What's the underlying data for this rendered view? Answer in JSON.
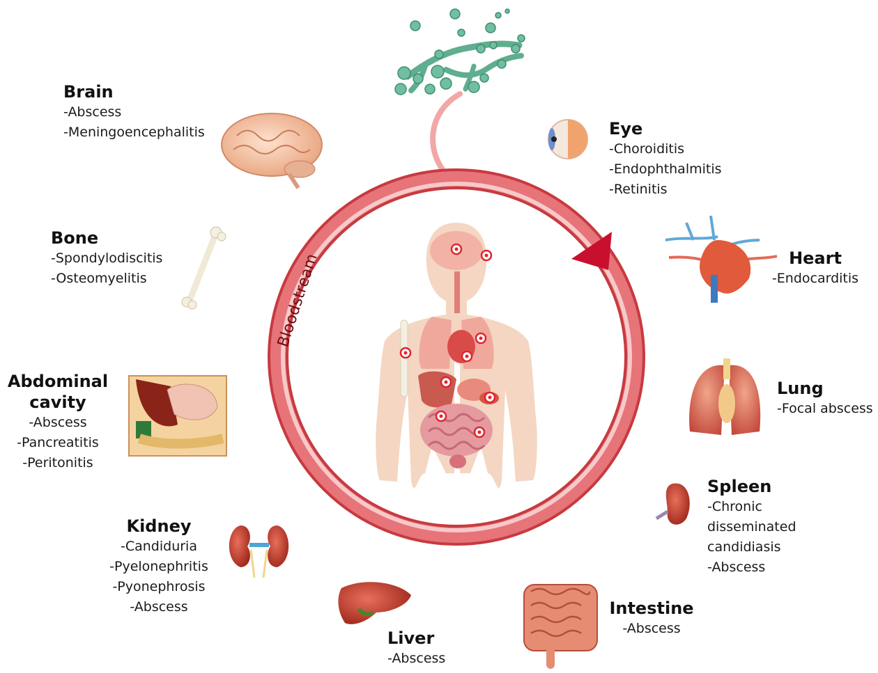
{
  "center_label": "Bloodstream",
  "organs": {
    "brain": {
      "title": "Brain",
      "items": [
        "-Abscess",
        "-Meningoencephalitis"
      ]
    },
    "bone": {
      "title": "Bone",
      "items": [
        "-Spondylodiscitis",
        "-Osteomyelitis"
      ]
    },
    "abdominal": {
      "title_line1": "Abdominal",
      "title_line2": "cavity",
      "items": [
        "-Abscess",
        "-Pancreatitis",
        "-Peritonitis"
      ]
    },
    "kidney": {
      "title": "Kidney",
      "items": [
        "-Candiduria",
        "-Pyelonephritis",
        "-Pyonephrosis",
        "-Abscess"
      ]
    },
    "liver": {
      "title": "Liver",
      "items": [
        "-Abscess"
      ]
    },
    "intestine": {
      "title": "Intestine",
      "items": [
        "-Abscess"
      ]
    },
    "spleen": {
      "title": "Spleen",
      "items": [
        "-Chronic",
        "disseminated",
        "candidiasis",
        "-Abscess"
      ]
    },
    "lung": {
      "title": "Lung",
      "items": [
        "-Focal abscess"
      ]
    },
    "heart": {
      "title": "Heart",
      "items": [
        "-Endocarditis"
      ]
    },
    "eye": {
      "title": "Eye",
      "items": [
        "-Choroiditis",
        "-Endophthalmitis",
        "-Retinitis"
      ]
    }
  },
  "colors": {
    "ring": "#d9555a",
    "ring_inner": "#f3b3b3",
    "arrow": "#c8102e",
    "fungus": "#5fae8f",
    "skin": "#f4d6c2",
    "target": "#e0242c"
  }
}
